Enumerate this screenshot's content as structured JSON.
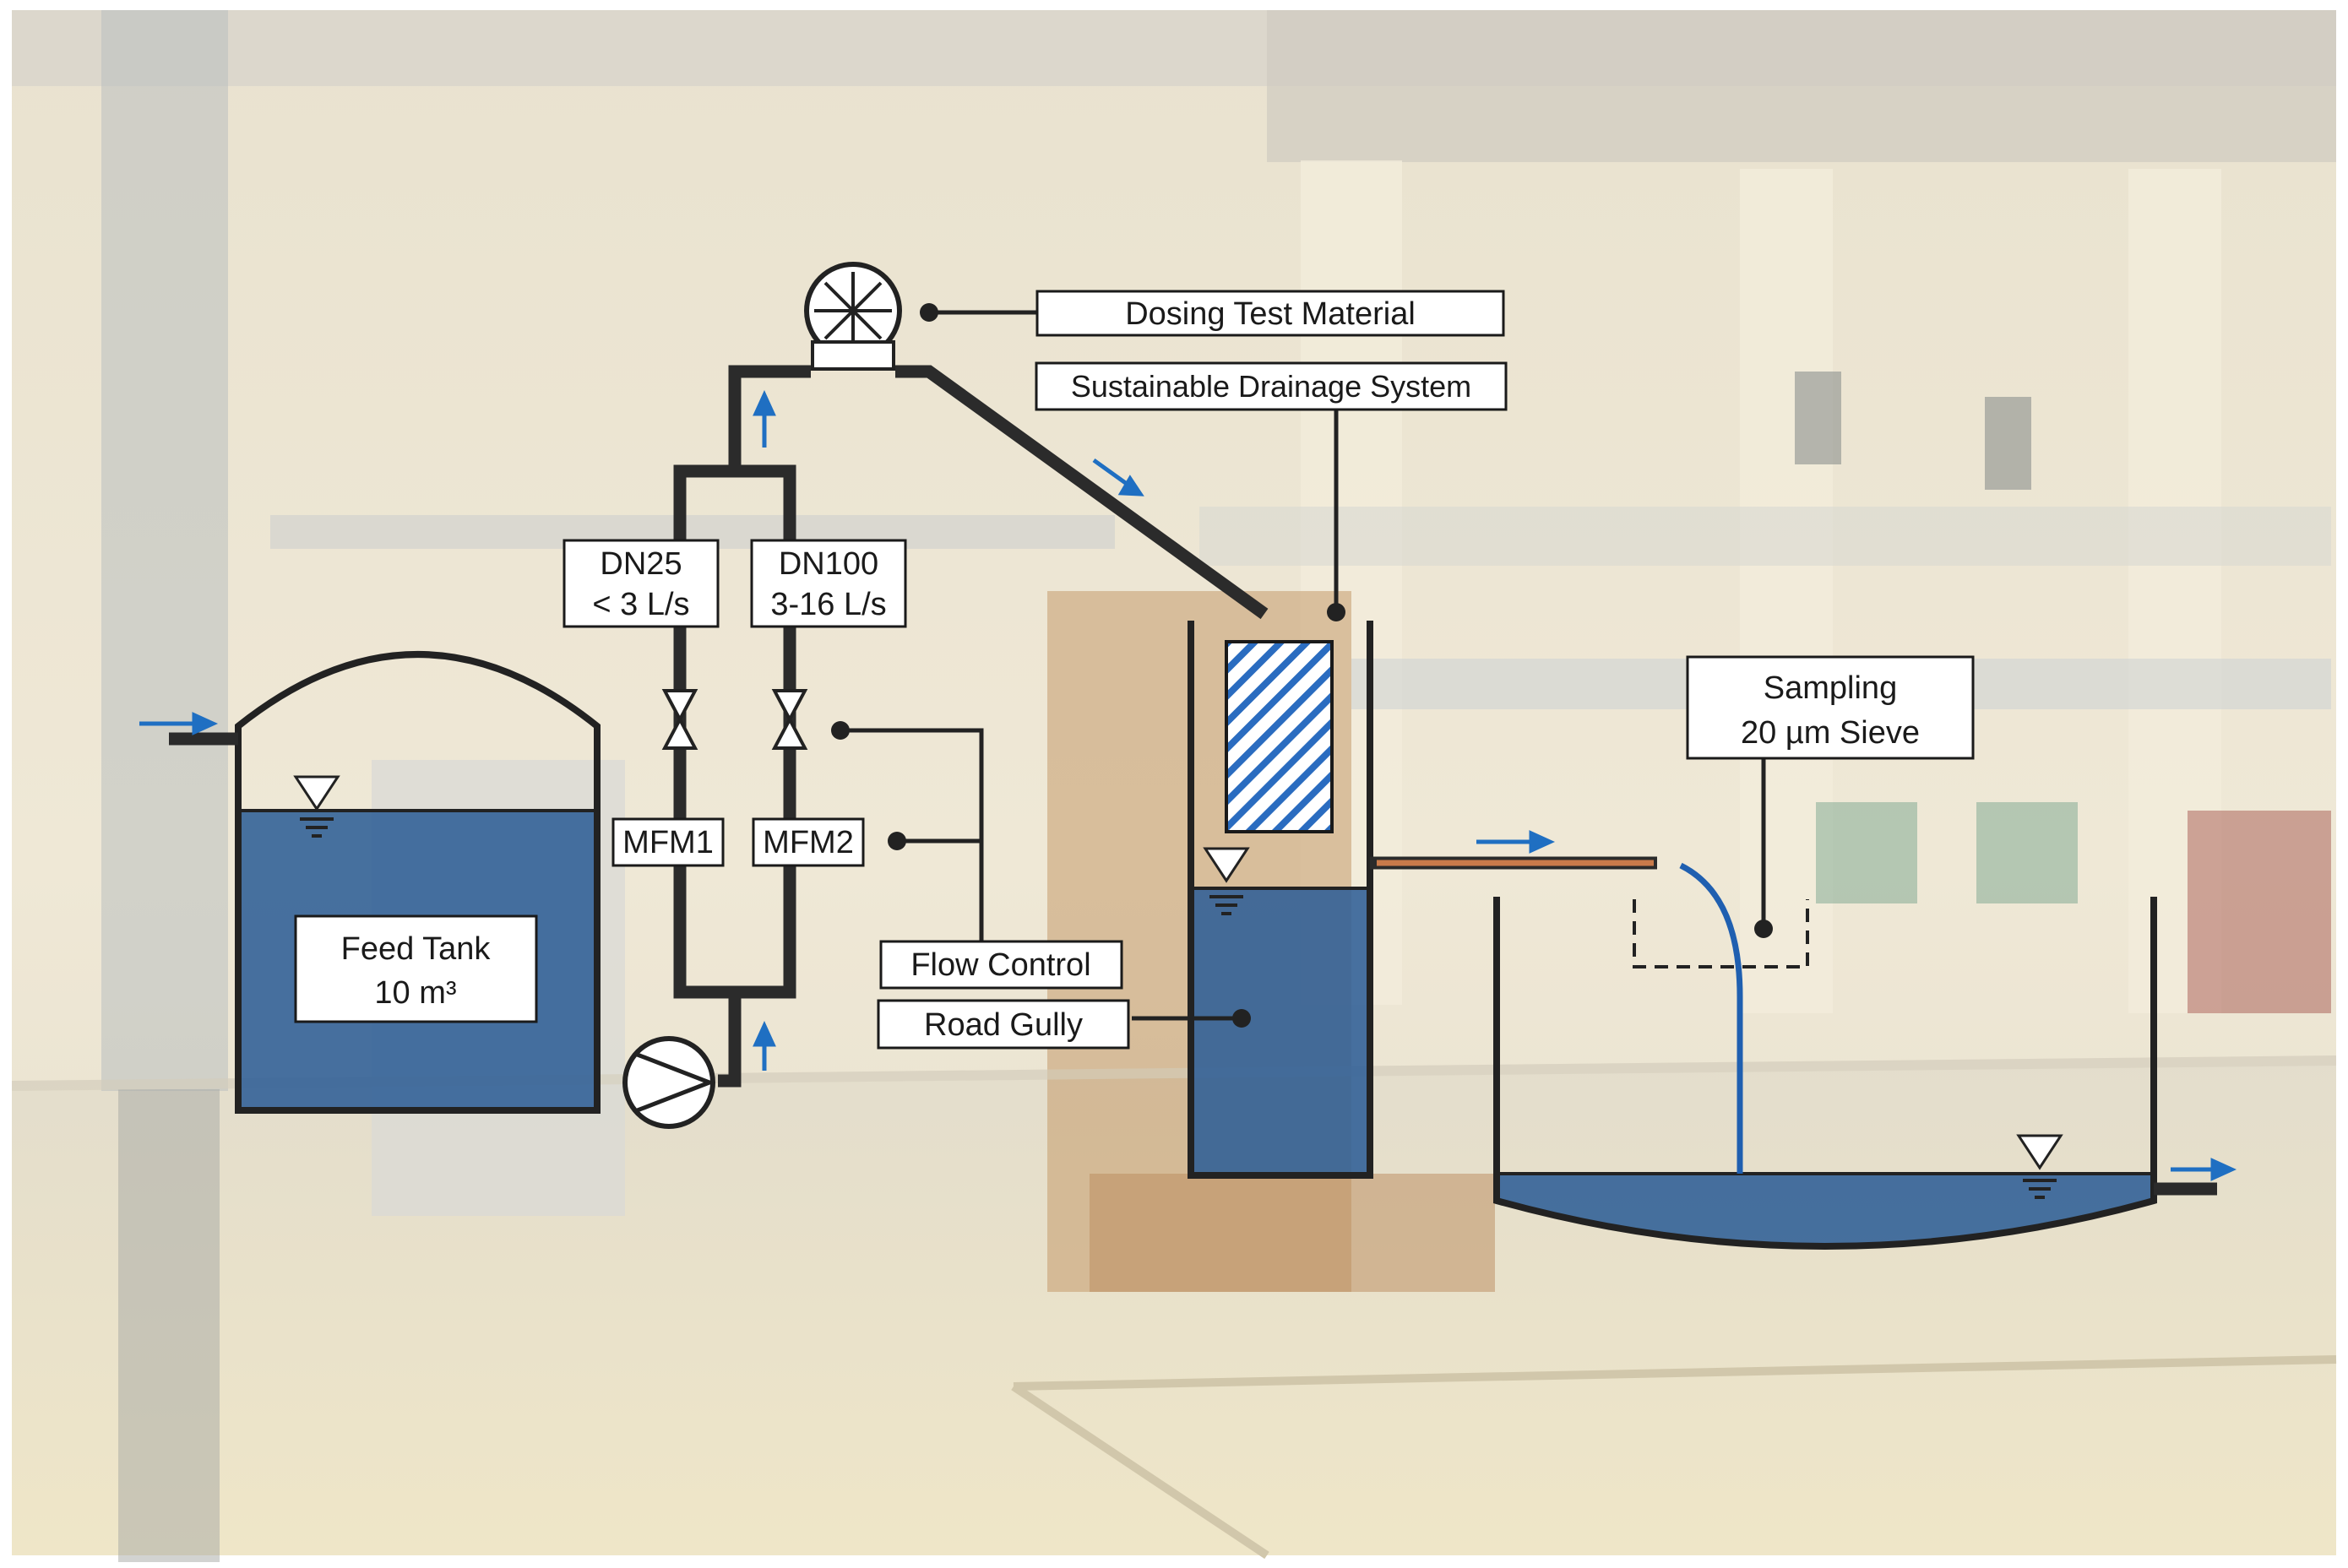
{
  "labels": {
    "dosing": "Dosing Test Material",
    "suds": "Sustainable Drainage System",
    "dn25_line1": "DN25",
    "dn25_line2": "< 3 L/s",
    "dn100_line1": "DN100",
    "dn100_line2": "3-16 L/s",
    "mfm1": "MFM1",
    "mfm2": "MFM2",
    "flow_control": "Flow Control",
    "road_gully": "Road Gully",
    "feed_tank_line1": "Feed Tank",
    "feed_tank_line2": "10 m³",
    "sampling_line1": "Sampling",
    "sampling_line2": "20 µm Sieve"
  },
  "colors": {
    "pipe": "#2b2b2b",
    "water": "#2f5f96",
    "flow_arrow": "#1f6fc2",
    "outlet_pipe": "#c87a4a",
    "suds_hatch": "#2a6cc0"
  },
  "icons": {
    "pump": "centrifugal-pump-icon",
    "dosing_pump": "diaphragm-pump-icon",
    "valve": "gate-valve-icon",
    "water_level": "water-level-triangle-icon",
    "flow_arrow": "flow-arrow-icon"
  }
}
